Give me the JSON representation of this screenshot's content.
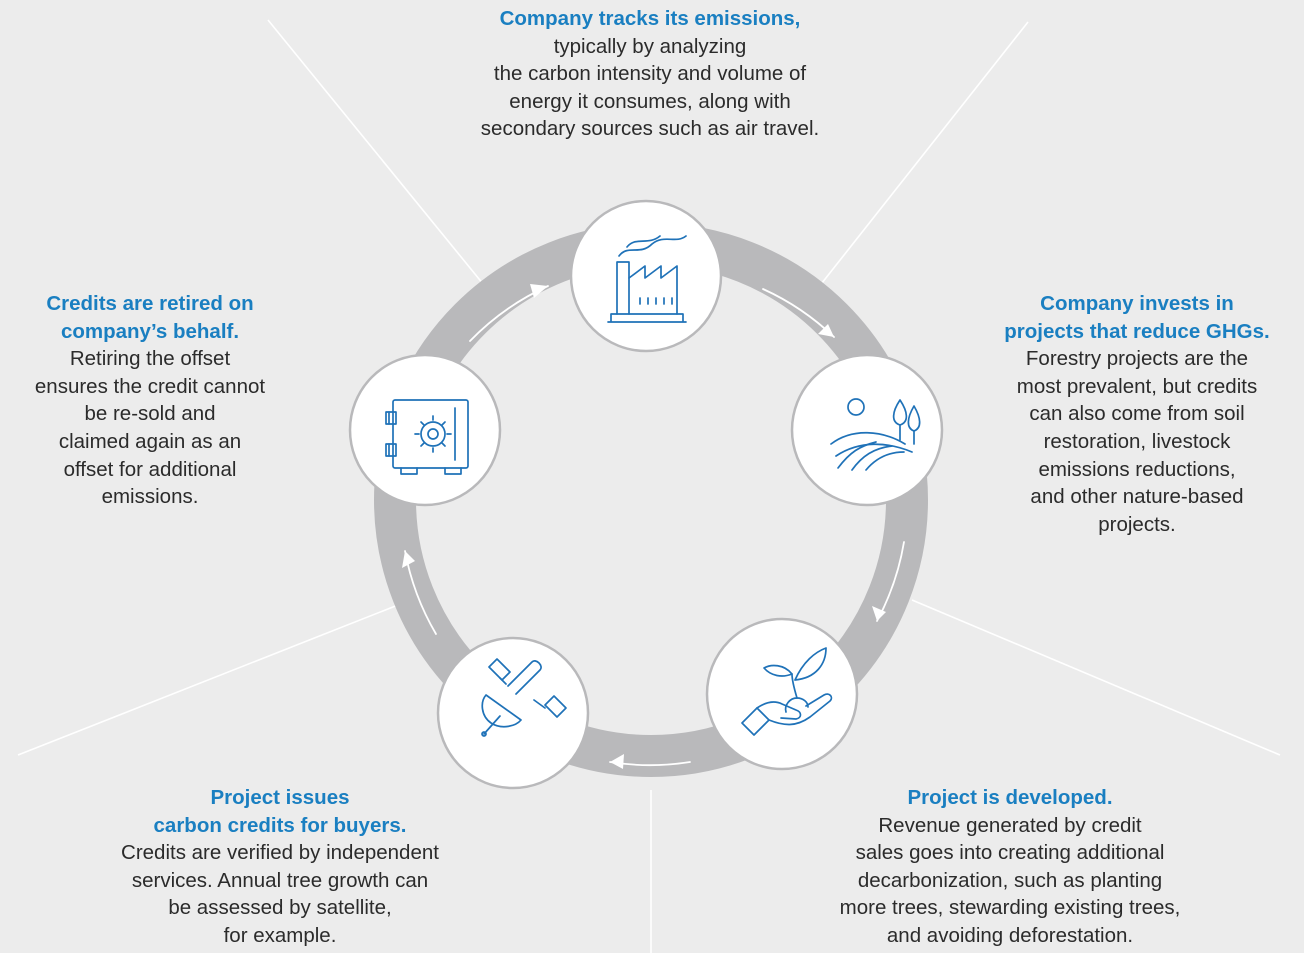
{
  "colors": {
    "background": "#ececec",
    "ring": "#b9b9bb",
    "heading": "#1a7fc1",
    "icon": "#1f72b8",
    "body_text": "#2b2b2b",
    "guide_lines": "#ffffff"
  },
  "steps": [
    {
      "icon": "factory-icon",
      "heading": [
        "Company tracks its emissions,"
      ],
      "body": [
        "typically by analyzing",
        "the carbon intensity and volume of",
        "energy it consumes, along with",
        "secondary sources such as air travel."
      ]
    },
    {
      "icon": "field-trees-icon",
      "heading": [
        "Company invests in",
        "projects that reduce GHGs."
      ],
      "body": [
        "Forestry projects are the",
        "most prevalent, but credits",
        "can also come from soil",
        "restoration, livestock",
        "emissions reductions,",
        "and other nature-based",
        "projects."
      ]
    },
    {
      "icon": "hand-sprout-icon",
      "heading": [
        "Project is developed."
      ],
      "body": [
        "Revenue generated by credit",
        "sales goes into creating additional",
        "decarbonization, such as planting",
        "more trees, stewarding existing trees,",
        "and avoiding deforestation."
      ]
    },
    {
      "icon": "satellite-icon",
      "heading": [
        "Project issues",
        "carbon credits for buyers."
      ],
      "body": [
        "Credits are verified by independent",
        "services. Annual tree growth can",
        "be assessed by satellite,",
        "for example."
      ]
    },
    {
      "icon": "safe-vault-icon",
      "heading": [
        "Credits are retired on",
        "company’s behalf."
      ],
      "body": [
        "Retiring the offset",
        "ensures the credit cannot",
        "be re-sold and",
        "claimed again as an",
        "offset for additional",
        "emissions."
      ]
    }
  ]
}
